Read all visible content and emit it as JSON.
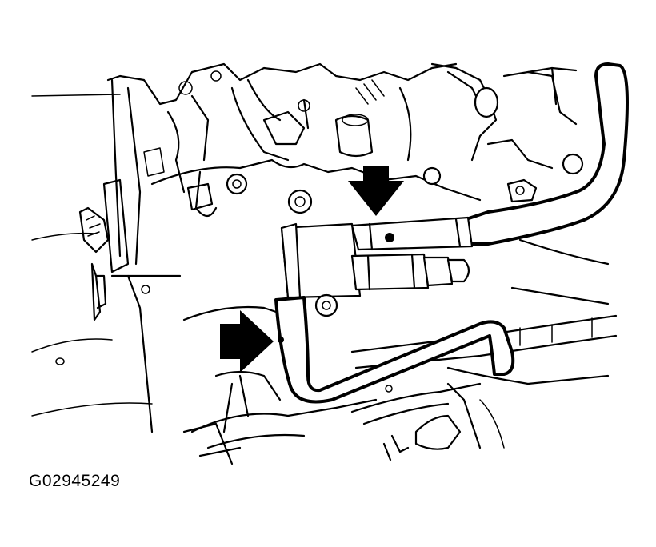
{
  "figure": {
    "code": "G02945249"
  },
  "colors": {
    "line": "#000000",
    "background": "#ffffff"
  },
  "callouts": [
    {
      "name": "upper-arrow",
      "direction": "down"
    },
    {
      "name": "lower-arrow",
      "direction": "right"
    }
  ]
}
